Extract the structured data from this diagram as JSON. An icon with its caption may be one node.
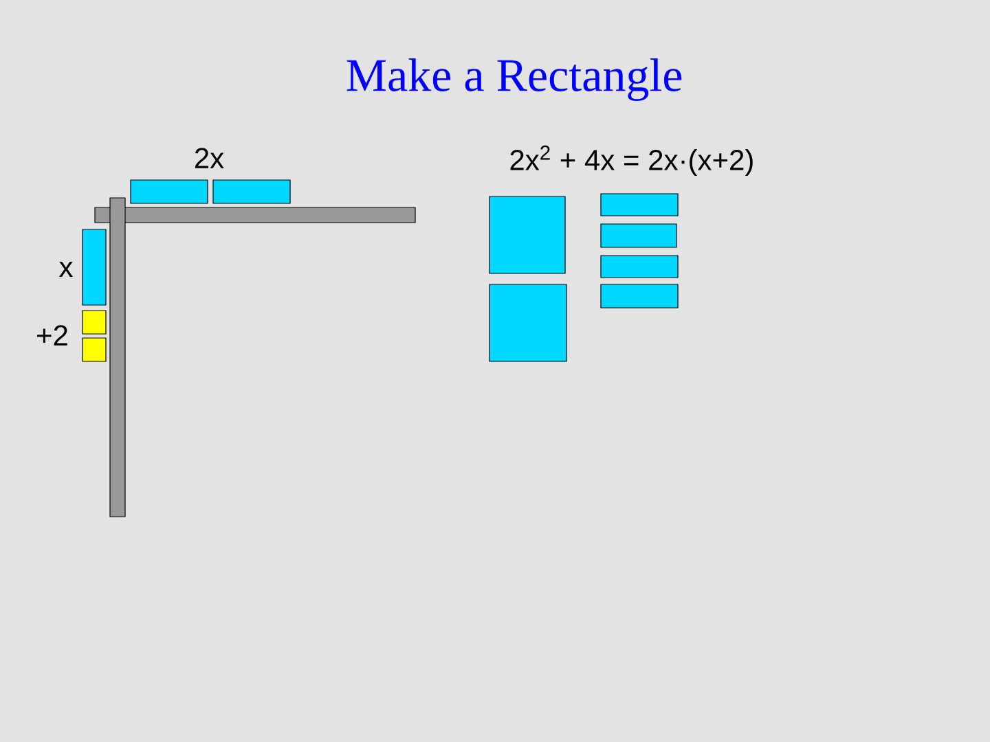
{
  "diagram": {
    "title": "Make a Rectangle",
    "labels": [
      "2x",
      "x",
      "+2",
      "2x$^{2}$ + 4x = 2x·(x+2)"
    ]
  }
}
